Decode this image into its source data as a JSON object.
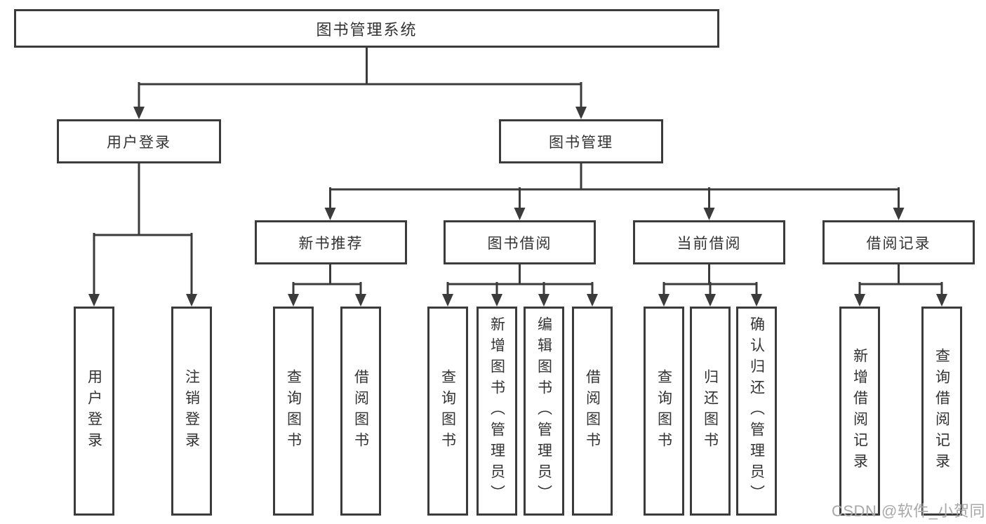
{
  "tree": {
    "label": "图书管理系统",
    "children": [
      {
        "label": "用户登录",
        "children": [
          {
            "label": "用户登录"
          },
          {
            "label": "注销登录"
          }
        ]
      },
      {
        "label": "图书管理",
        "children": [
          {
            "label": "新书推荐",
            "children": [
              {
                "label": "查询图书"
              },
              {
                "label": "借阅图书"
              }
            ]
          },
          {
            "label": "图书借阅",
            "children": [
              {
                "label": "查询图书"
              },
              {
                "label": "新增图书（管理员）"
              },
              {
                "label": "编辑图书（管理员）"
              },
              {
                "label": "借阅图书"
              }
            ]
          },
          {
            "label": "当前借阅",
            "children": [
              {
                "label": "查询图书"
              },
              {
                "label": "归还图书"
              },
              {
                "label": "确认归还（管理员）"
              }
            ]
          },
          {
            "label": "借阅记录",
            "children": [
              {
                "label": "新增借阅记录"
              },
              {
                "label": "查询借阅记录"
              }
            ]
          }
        ]
      }
    ]
  },
  "watermark": {
    "text": "CSDN @软件_小贺同学"
  },
  "colors": {
    "line": "#3b3b3b",
    "text": "#333333",
    "background": "#ffffff",
    "watermark": "#a8a8a8"
  }
}
